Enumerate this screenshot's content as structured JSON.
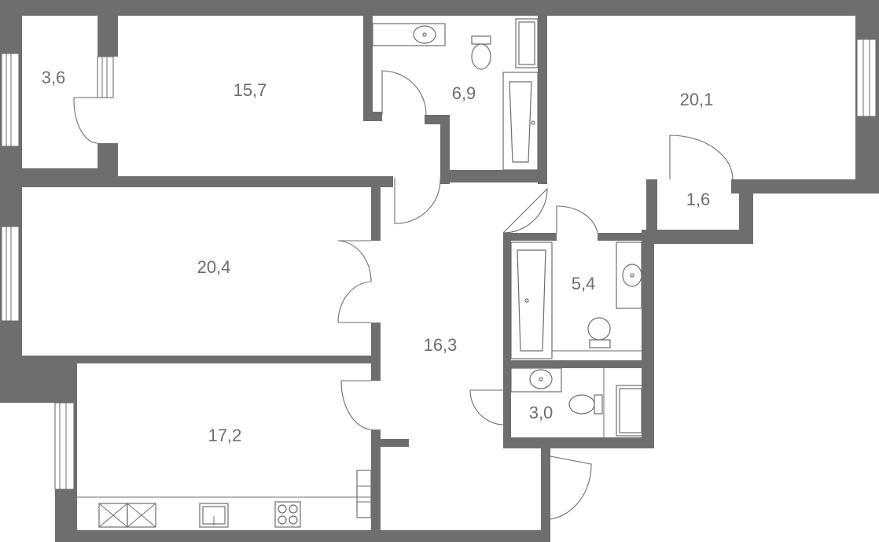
{
  "plan": {
    "colors": {
      "wall": "#6d6e70",
      "background": "#ffffff"
    },
    "rooms": [
      {
        "id": "storage-left",
        "area": "3,6"
      },
      {
        "id": "bedroom-top",
        "area": "15,7"
      },
      {
        "id": "bathroom-top",
        "area": "6,9"
      },
      {
        "id": "bedroom-right",
        "area": "20,1"
      },
      {
        "id": "closet-right",
        "area": "1,6"
      },
      {
        "id": "living-room",
        "area": "20,4"
      },
      {
        "id": "hallway",
        "area": "16,3"
      },
      {
        "id": "bathroom-middle",
        "area": "5,4"
      },
      {
        "id": "wc",
        "area": "3,0"
      },
      {
        "id": "kitchen",
        "area": "17,2"
      }
    ]
  }
}
